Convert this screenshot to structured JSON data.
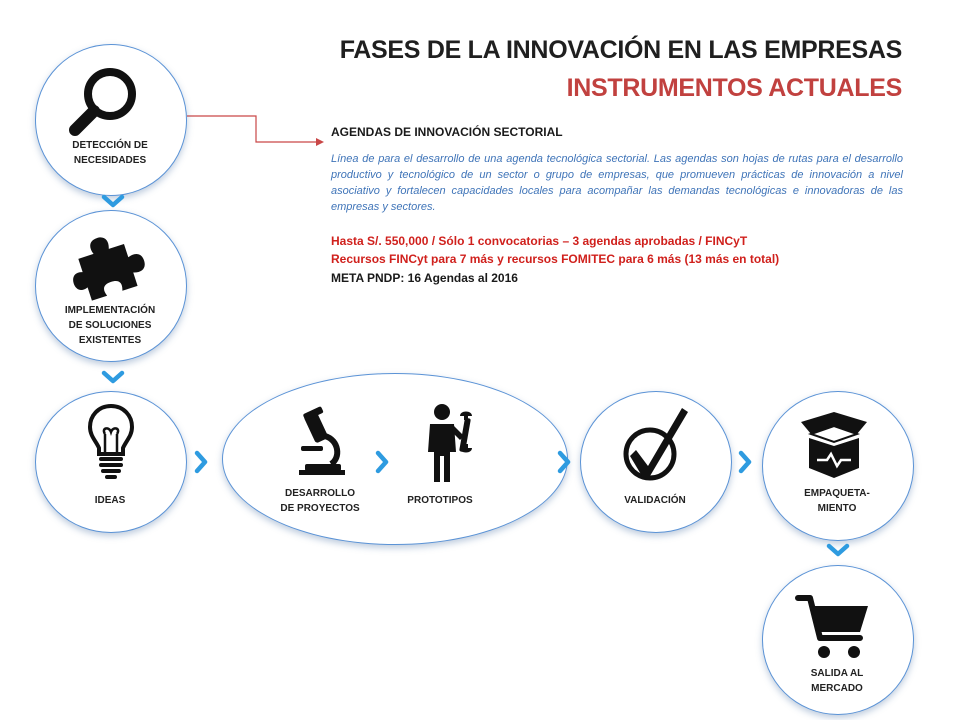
{
  "title": {
    "line1": "FASES DE LA INNOVACIÓN EN LAS EMPRESAS",
    "line2": "INSTRUMENTOS ACTUALES"
  },
  "colors": {
    "title_accent": "#c1413f",
    "description": "#3f74b8",
    "highlight_red": "#d0201c",
    "chevron": "#2e9be0",
    "connector": "#c94747",
    "circle_border": "#5b93d6"
  },
  "phases": {
    "deteccion": {
      "label_line1": "DETECCIÓN DE",
      "label_line2": "NECESIDADES",
      "icon": "magnifier-icon"
    },
    "implementacion": {
      "label_line1": "IMPLEMENTACIÓN",
      "label_line2": "DE SOLUCIONES",
      "label_line3": "EXISTENTES",
      "icon": "puzzle-icon"
    },
    "ideas": {
      "label": "IDEAS",
      "icon": "lightbulb-icon"
    },
    "desarrollo": {
      "label_line1": "DESARROLLO",
      "label_line2": "DE PROYECTOS",
      "icon": "microscope-icon"
    },
    "prototipos": {
      "label": "PROTOTIPOS",
      "icon": "worker-wrench-icon"
    },
    "validacion": {
      "label": "VALIDACIÓN",
      "icon": "checkmark-icon"
    },
    "empaquetamiento": {
      "label_line1": "EMPAQUETA-",
      "label_line2": "MIENTO",
      "icon": "box-icon"
    },
    "salida": {
      "label_line1": "SALIDA AL",
      "label_line2": "MERCADO",
      "icon": "shopping-cart-icon"
    }
  },
  "info": {
    "heading": "AGENDAS DE INNOVACIÓN SECTORIAL",
    "description": "Línea de para el desarrollo de una agenda tecnológica sectorial. Las agendas son hojas de rutas para el desarrollo productivo y tecnológico de un sector o grupo de empresas, que promueven prácticas de innovación a nivel asociativo y fortalecen capacidades locales para acompañar las demandas tecnológicas e innovadoras de las empresas y sectores.",
    "fact1": "Hasta S/. 550,000  /   Sólo 1 convocatorias  – 3 agendas aprobadas  /  FINCyT",
    "fact2": "Recursos FINCyt para 7 más y recursos FOMITEC para 6 más   (13 más en total)",
    "fact3": "META PNDP:  16 Agendas al 2016"
  }
}
